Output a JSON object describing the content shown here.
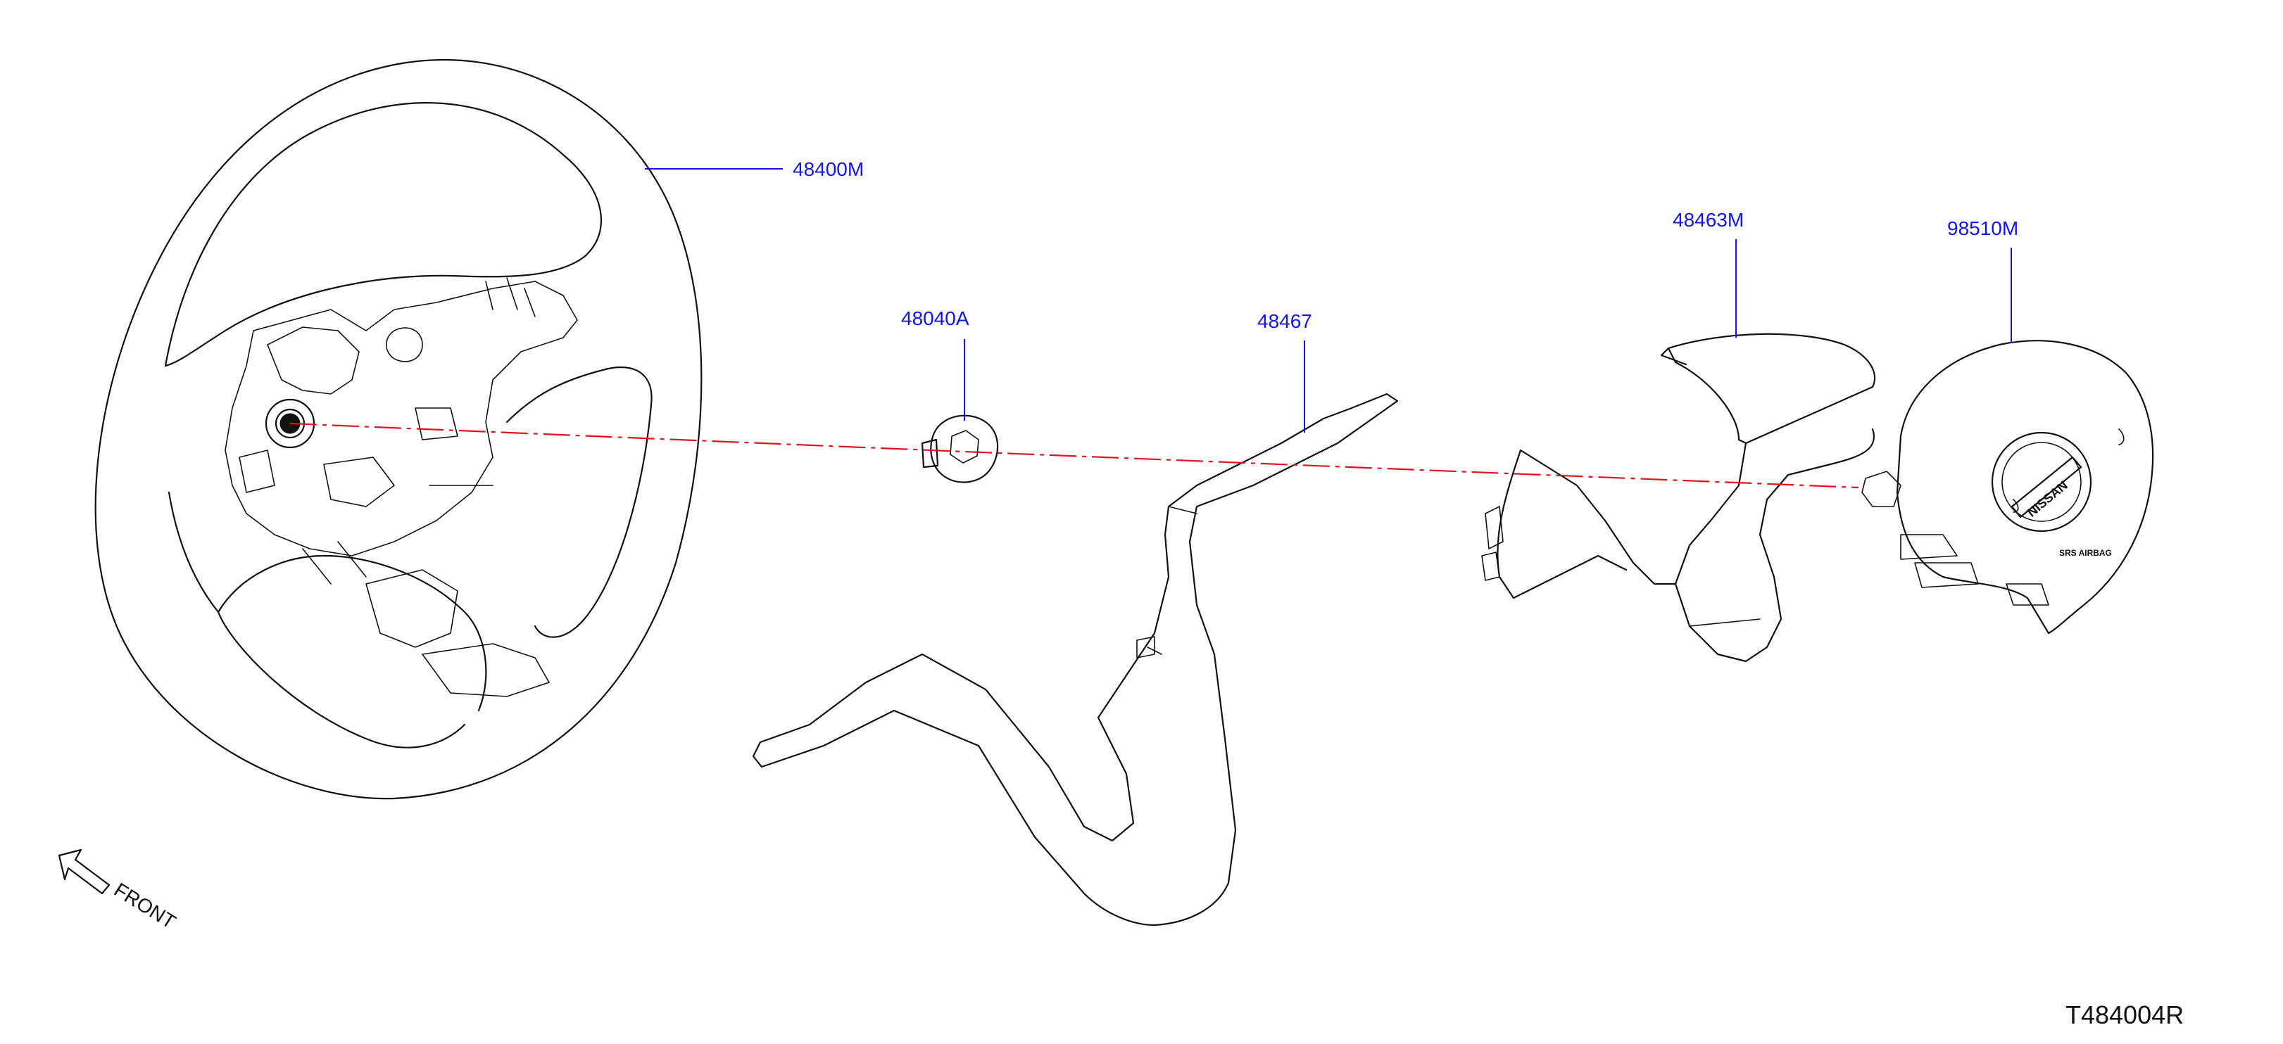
{
  "diagram": {
    "parts": [
      {
        "id": "steering_wheel",
        "label": "48400M"
      },
      {
        "id": "bolt",
        "label": "48040A"
      },
      {
        "id": "lower_finisher",
        "label": "48467"
      },
      {
        "id": "upper_finisher",
        "label": "48463M"
      },
      {
        "id": "airbag_module",
        "label": "98510M"
      }
    ],
    "front_label": "FRONT",
    "emblem_text": "NISSAN",
    "airbag_text": "SRS AIRBAG",
    "drawing_code": "T484004R",
    "colors": {
      "label": "#1414e6",
      "center_line": "#e0141e",
      "line_art": "#111111"
    }
  }
}
